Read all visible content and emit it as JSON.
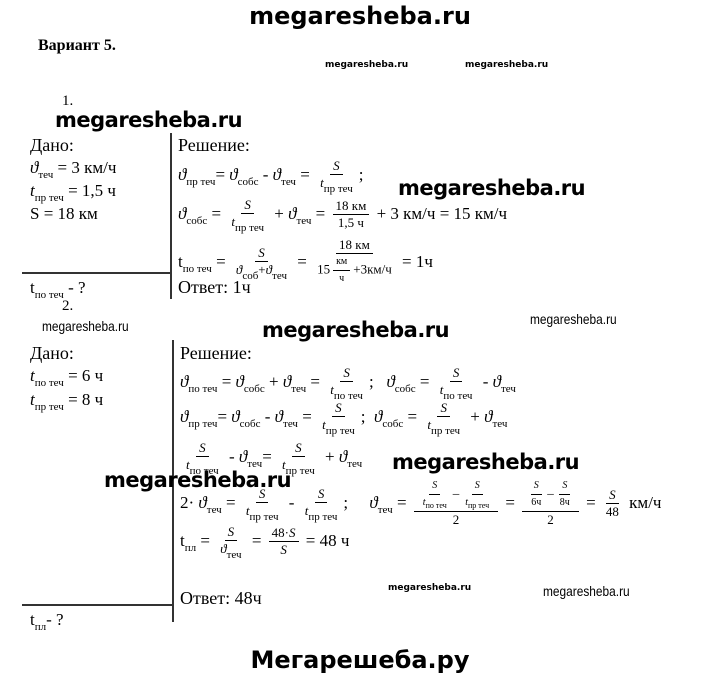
{
  "header": {
    "site": "megaresheba.ru",
    "variant": "Вариант 5."
  },
  "footer": {
    "site": "Мегарешеба.ру"
  },
  "watermarks": {
    "w1": "megaresheba.ru",
    "w2": "megaresheba.ru",
    "w3": "megaresheba.ru",
    "w4": "megaresheba.ru",
    "w5": "megaresheba.ru",
    "w6": "megaresheba.ru",
    "w7": "megaresheba.ru",
    "w8": "megaresheba.ru",
    "w9": "megaresheba.ru",
    "w10": "megaresheba.ru",
    "w11": "megaresheba.ru"
  },
  "task1": {
    "number": "1.",
    "given_label": "Дано:",
    "given": [
      [
        {
          "v": "ϑ",
          "s": "теч"
        },
        " = 3 км/ч"
      ],
      [
        {
          "v": "t",
          "s": "пр теч"
        },
        " = 1,5 ч"
      ],
      [
        "S = 18 км"
      ]
    ],
    "find": [
      {
        "r": "t",
        "s": "по теч"
      },
      " - ?"
    ],
    "solution_label": "Решение:",
    "lines": [
      [
        {
          "v": "ϑ",
          "s": "пр теч"
        },
        "= ",
        {
          "v": "ϑ",
          "s": "собс"
        },
        " - ",
        {
          "v": "ϑ",
          "s": "теч"
        },
        " = ",
        {
          "f": [
            [
              {
                "i": "S"
              }
            ],
            [
              {
                "v": "t",
                "s": "пр теч"
              }
            ]
          ]
        },
        ";"
      ],
      [
        {
          "v": "ϑ",
          "s": "собс"
        },
        " = ",
        {
          "f": [
            [
              {
                "i": "S"
              }
            ],
            [
              {
                "v": "t",
                "s": "пр теч"
              }
            ]
          ]
        },
        " + ",
        {
          "v": "ϑ",
          "s": "теч"
        },
        " = ",
        {
          "f": [
            [
              "18 км"
            ],
            [
              "1,5 ч"
            ]
          ]
        },
        " + 3 км/ч = 15 км/ч"
      ],
      [
        {
          "r": "t",
          "s": "по теч"
        },
        " = ",
        {
          "f": [
            [
              {
                "i": "S"
              }
            ],
            [
              {
                "v": "ϑ",
                "s": "соб"
              },
              "+",
              {
                "v": "ϑ",
                "s": "теч"
              }
            ]
          ]
        },
        " = ",
        {
          "f": [
            [
              "18 км"
            ],
            [
              "15",
              {
                "f": [
                  [
                    "км"
                  ],
                  [
                    "ч"
                  ]
                ]
              },
              "+3км/ч"
            ]
          ]
        },
        " = 1ч"
      ]
    ],
    "answer": "Ответ: 1ч"
  },
  "task2": {
    "number": "2.",
    "given_label": "Дано:",
    "given": [
      [
        {
          "v": "t",
          "s": "по теч"
        },
        " = 6 ч"
      ],
      [
        {
          "v": "t",
          "s": "пр теч"
        },
        " = 8 ч"
      ]
    ],
    "find": [
      {
        "r": "t",
        "s": "пл"
      },
      "- ?"
    ],
    "solution_label": "Решение:",
    "lines": [
      [
        {
          "v": "ϑ",
          "s": "по теч"
        },
        " = ",
        {
          "v": "ϑ",
          "s": "собс"
        },
        " + ",
        {
          "v": "ϑ",
          "s": "теч"
        },
        " = ",
        {
          "f": [
            [
              {
                "i": "S"
              }
            ],
            [
              {
                "v": "t",
                "s": "по теч"
              }
            ]
          ]
        },
        ";   ",
        {
          "v": "ϑ",
          "s": "собс"
        },
        " = ",
        {
          "f": [
            [
              {
                "i": "S"
              }
            ],
            [
              {
                "v": "t",
                "s": "по теч"
              }
            ]
          ]
        },
        " - ",
        {
          "v": "ϑ",
          "s": "теч"
        }
      ],
      [
        {
          "v": "ϑ",
          "s": "пр теч"
        },
        "= ",
        {
          "v": "ϑ",
          "s": "собс"
        },
        " - ",
        {
          "v": "ϑ",
          "s": "теч"
        },
        " = ",
        {
          "f": [
            [
              {
                "i": "S"
              }
            ],
            [
              {
                "v": "t",
                "s": "пр теч"
              }
            ]
          ]
        },
        ";  ",
        {
          "v": "ϑ",
          "s": "собс"
        },
        " = ",
        {
          "f": [
            [
              {
                "i": "S"
              }
            ],
            [
              {
                "v": "t",
                "s": "пр теч"
              }
            ]
          ]
        },
        " + ",
        {
          "v": "ϑ",
          "s": "теч"
        }
      ],
      [
        {
          "f": [
            [
              {
                "i": "S"
              }
            ],
            [
              {
                "v": "t",
                "s": "по теч"
              }
            ]
          ]
        },
        " - ",
        {
          "v": "ϑ",
          "s": "теч"
        },
        "= ",
        {
          "f": [
            [
              {
                "i": "S"
              }
            ],
            [
              {
                "v": "t",
                "s": "пр теч"
              }
            ]
          ]
        },
        " + ",
        {
          "v": "ϑ",
          "s": "теч"
        }
      ],
      [
        "2· ",
        {
          "v": "ϑ",
          "s": "теч"
        },
        " = ",
        {
          "f": [
            [
              {
                "i": "S"
              }
            ],
            [
              {
                "v": "t",
                "s": "пр теч"
              }
            ]
          ]
        },
        " - ",
        {
          "f": [
            [
              {
                "i": "S"
              }
            ],
            [
              {
                "v": "t",
                "s": "пр теч"
              }
            ]
          ]
        },
        ";     ",
        {
          "v": "ϑ",
          "s": "теч"
        },
        " = ",
        {
          "f": [
            [
              {
                "f": [
                  [
                    {
                      "i": "S"
                    }
                  ],
                  [
                    {
                      "v": "t",
                      "s": "по теч"
                    }
                  ]
                ]
              },
              "–",
              {
                "f": [
                  [
                    {
                      "i": "S"
                    }
                  ],
                  [
                    {
                      "v": "t",
                      "s": "пр теч"
                    }
                  ]
                ]
              }
            ],
            [
              "2"
            ]
          ]
        },
        " = ",
        {
          "f": [
            [
              {
                "f": [
                  [
                    {
                      "i": "S"
                    }
                  ],
                  [
                    "6ч"
                  ]
                ]
              },
              "–",
              {
                "f": [
                  [
                    {
                      "i": "S"
                    }
                  ],
                  [
                    "8ч"
                  ]
                ]
              }
            ],
            [
              "2"
            ]
          ]
        },
        " = ",
        {
          "f": [
            [
              {
                "i": "S"
              }
            ],
            [
              "48"
            ]
          ]
        },
        " км/ч"
      ],
      [
        {
          "r": "t",
          "s": "пл"
        },
        " = ",
        {
          "f": [
            [
              {
                "i": "S"
              }
            ],
            [
              {
                "v": "ϑ",
                "s": "теч"
              }
            ]
          ]
        },
        " = ",
        {
          "f": [
            [
              "48·",
              {
                "i": "S"
              }
            ],
            [
              {
                "i": "S"
              }
            ]
          ]
        },
        " = 48 ч"
      ]
    ],
    "answer": "Ответ: 48ч"
  }
}
